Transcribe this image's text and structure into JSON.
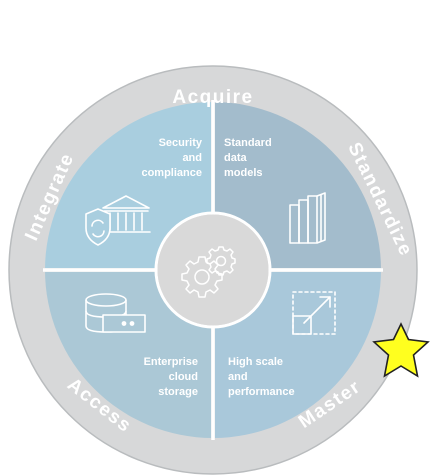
{
  "diagram": {
    "ring_words": {
      "top": "Acquire",
      "top_right": "Standardize",
      "left": "Integrate",
      "bottom_left": "Access",
      "bottom_right": "Master"
    },
    "quadrants": {
      "top_left": {
        "lines": [
          "Security",
          "and",
          "compliance"
        ],
        "icon": "bank-shield-icon"
      },
      "top_right": {
        "lines": [
          "Standard",
          "data",
          "models"
        ],
        "icon": "books-icon"
      },
      "bottom_left": {
        "lines": [
          "Enterprise",
          "cloud",
          "storage"
        ],
        "icon": "database-storage-icon"
      },
      "bottom_right": {
        "lines": [
          "High scale",
          "and",
          "performance"
        ],
        "icon": "expand-arrow-icon"
      }
    },
    "center_icon": "gears-icon",
    "badge_icon": "star-icon",
    "colors": {
      "ring": "#d7d8d9",
      "ring_edge": "#b9bcbe",
      "quad_top_left": "#a9cedf",
      "quad_top_right": "#a3bccc",
      "quad_bottom_left": "#abc8d6",
      "quad_bottom_right": "#a9c8da",
      "center": "#d9d9d9",
      "icon_stroke": "#ffffff",
      "star_fill": "#ffff1f",
      "star_stroke": "#222222"
    }
  }
}
